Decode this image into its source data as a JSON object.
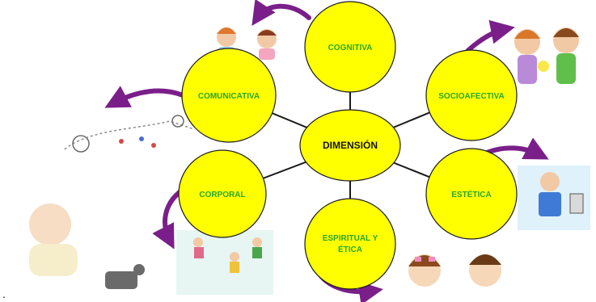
{
  "diagram": {
    "center": {
      "label": "DIMENSIÓN"
    },
    "nodes": [
      {
        "id": "cognitiva",
        "label": "COGNITIVA"
      },
      {
        "id": "comunicativa",
        "label": "COMUNICATIVA"
      },
      {
        "id": "socioafectiva",
        "label": "SOCIOAFECTIVA"
      },
      {
        "id": "corporal",
        "label": "CORPORAL"
      },
      {
        "id": "estetica",
        "label": "ESTÉTICA"
      },
      {
        "id": "espiritual",
        "label_line1": "ESPIRITUAL Y",
        "label_line2": "ÉTICA"
      }
    ],
    "caption_mark": "."
  },
  "colors": {
    "node_fill": "#ffff00",
    "node_stroke": "#1a1a1a",
    "node_text": "#2aa62a",
    "connector": "#1a1a1a",
    "arrow": "#7a1f8a"
  }
}
